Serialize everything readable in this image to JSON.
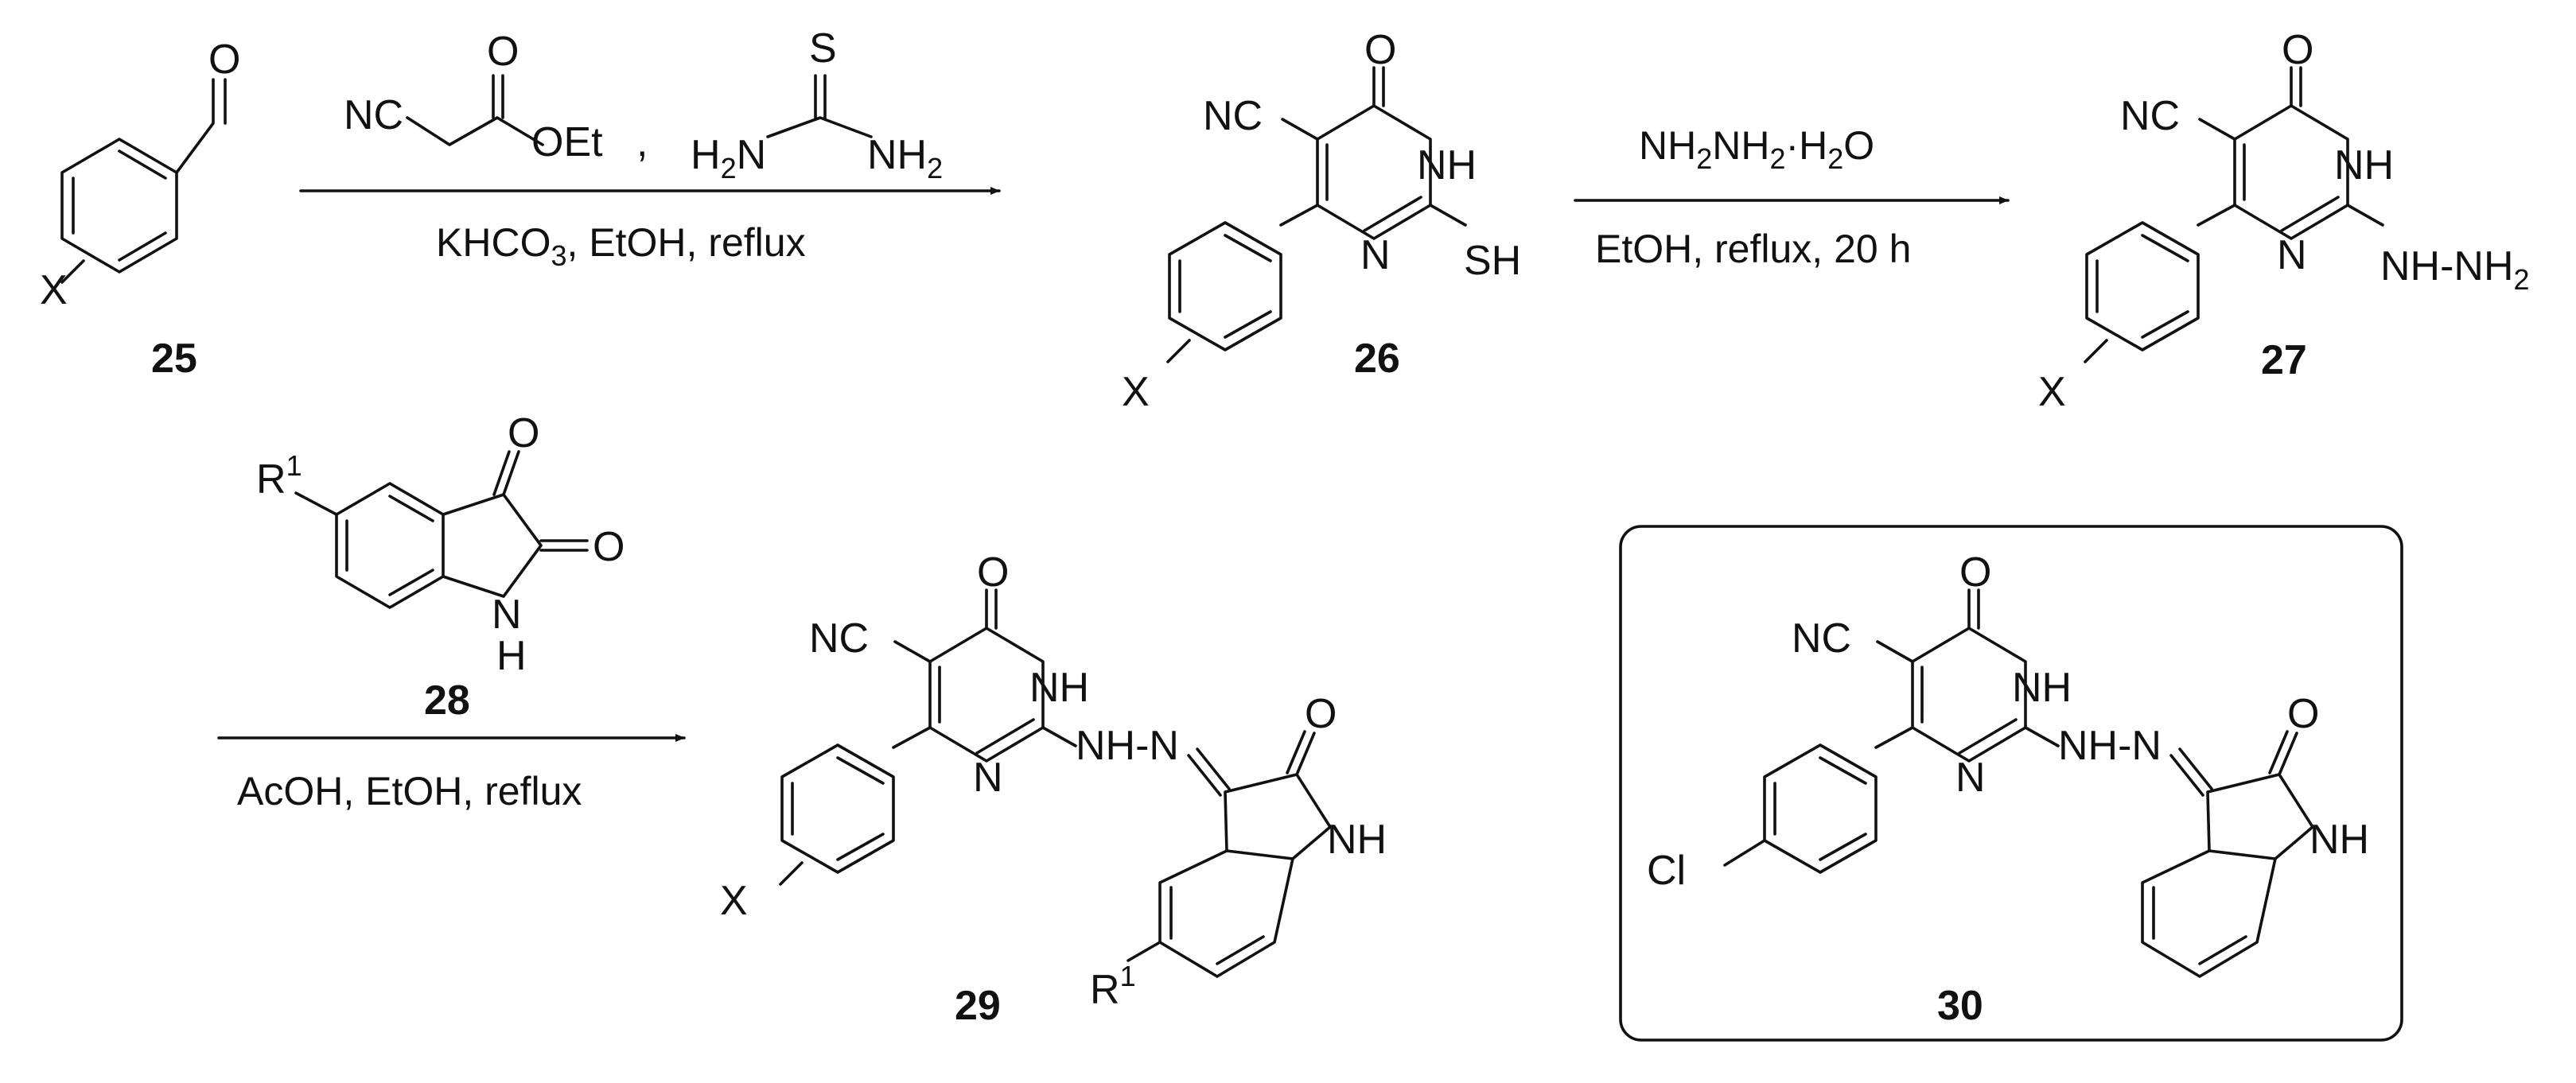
{
  "labels": {
    "aldehyde": {
      "O": "O",
      "X": "X"
    },
    "cyanoacetate": {
      "NC": "NC",
      "O": "O",
      "OEt": "OEt",
      "comma": ","
    },
    "thiourea": {
      "S": "S",
      "H2N_base": "H",
      "H2N_sub": "2",
      "H2N_end": "N",
      "NH2_base": "NH",
      "NH2_sub": "2"
    },
    "p26": {
      "NC": "NC",
      "O": "O",
      "NH": "NH",
      "N": "N",
      "SH": "SH",
      "X": "X"
    },
    "p27": {
      "NC": "NC",
      "O": "O",
      "NH": "NH",
      "N": "N",
      "NHNH2_base": "NH-NH",
      "NHNH2_sub": "2",
      "X": "X"
    },
    "isatin": {
      "R": "R",
      "R_sup": "1",
      "O1": "O",
      "O2": "O",
      "N": "N",
      "H": "H"
    },
    "p29": {
      "NC": "NC",
      "O": "O",
      "NH": "NH",
      "N": "N",
      "NHN": "NH-N",
      "O2": "O",
      "NH2": "NH",
      "X": "X",
      "R": "R",
      "R_sup": "1"
    },
    "p30": {
      "NC": "NC",
      "O": "O",
      "NH": "NH",
      "N": "N",
      "NHN": "NH-N",
      "O2": "O",
      "NH2": "NH",
      "Cl": "Cl"
    }
  },
  "compounds": {
    "c25": "25",
    "c26": "26",
    "c27": "27",
    "c28": "28",
    "c29": "29",
    "c30": "30"
  },
  "conditions": {
    "step1": {
      "base1": "KHCO",
      "sub": "3",
      "rest": ", EtOH, reflux"
    },
    "step2_above": {
      "a": "NH",
      "s1": "2",
      "b": "NH",
      "s2": "2",
      "c": "·H",
      "s3": "2",
      "d": "O"
    },
    "step2_below": "EtOH, reflux, 20 h",
    "step3": "AcOH, EtOH, reflux"
  }
}
